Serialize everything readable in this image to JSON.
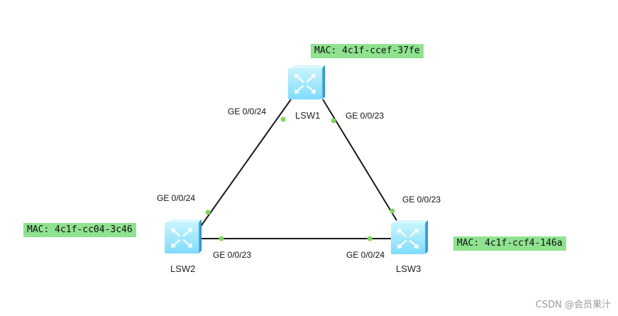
{
  "devices": {
    "lsw1": {
      "name": "LSW1",
      "mac": "MAC: 4c1f-ccef-37fe"
    },
    "lsw2": {
      "name": "LSW2",
      "mac": "MAC: 4c1f-cc04-3c46"
    },
    "lsw3": {
      "name": "LSW3",
      "mac": "MAC: 4c1f-ccf4-146a"
    }
  },
  "links": {
    "lsw1_lsw2": {
      "a_port": "GE 0/0/24",
      "b_port": "GE 0/0/24"
    },
    "lsw1_lsw3": {
      "a_port": "GE 0/0/23",
      "b_port": "GE 0/0/23"
    },
    "lsw2_lsw3": {
      "a_port": "GE 0/0/23",
      "b_port": "GE 0/0/24"
    }
  },
  "colors": {
    "mac_bg": "#8fe28f",
    "port_dot": "#7ed957",
    "switch_face": "#9fe8ff",
    "switch_side": "#3aa5e6"
  },
  "icons": {
    "switch": "switch-icon"
  },
  "watermark": "CSDN @会员果汁"
}
